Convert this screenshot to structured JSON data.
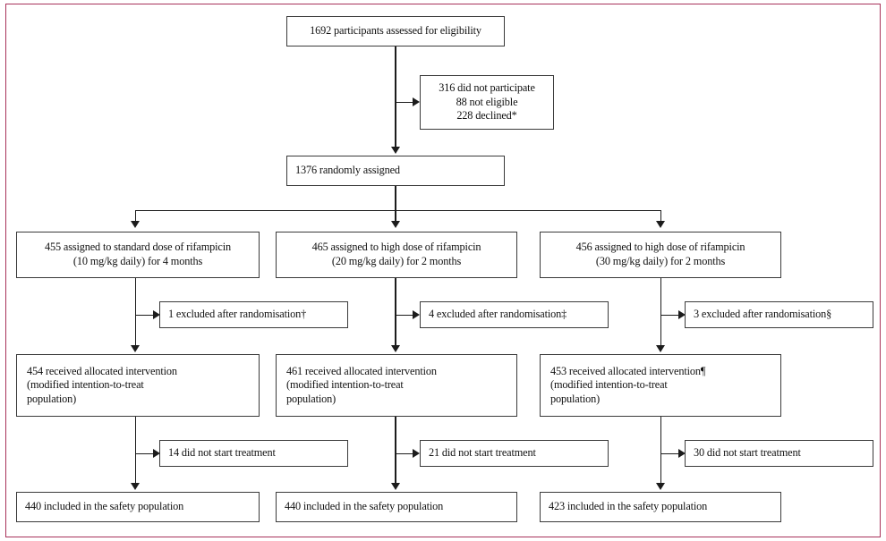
{
  "figure": {
    "type": "consort-flow-diagram",
    "border_color": "#a8325a",
    "line_color": "#1c1c1c",
    "box_border_color": "#3a3a3a",
    "background": "#ffffff"
  },
  "nodes": {
    "eligibility": {
      "label": "1692 participants assessed for eligibility",
      "count": 1692
    },
    "not_participate": {
      "line1": "316 did not participate",
      "line2": "88 not eligible",
      "line3": "228 declined*",
      "count": 316
    },
    "randomised": {
      "label": "1376 randomly assigned",
      "count": 1376
    },
    "arm1_assigned": {
      "line1": "455 assigned to standard dose of rifampicin",
      "line2": "(10 mg/kg daily) for 4 months",
      "count": 455
    },
    "arm2_assigned": {
      "line1": "465 assigned to high dose of rifampicin",
      "line2": "(20 mg/kg daily) for 2 months",
      "count": 465
    },
    "arm3_assigned": {
      "line1": "456 assigned to high dose of rifampicin",
      "line2": "(30 mg/kg daily) for 2 months",
      "count": 456
    },
    "arm1_excluded": {
      "label": "1 excluded after randomisation†",
      "count": 1
    },
    "arm2_excluded": {
      "label": "4 excluded after randomisation‡",
      "count": 4
    },
    "arm3_excluded": {
      "label": "3 excluded after randomisation§",
      "count": 3
    },
    "arm1_received": {
      "line1": "454 received allocated intervention",
      "line2": "(modified intention-to-treat",
      "line3": "population)",
      "count": 454
    },
    "arm2_received": {
      "line1": "461 received allocated intervention",
      "line2": "(modified intention-to-treat",
      "line3": "population)",
      "count": 461
    },
    "arm3_received": {
      "line1": "453 received allocated intervention¶",
      "line2": "(modified intention-to-treat",
      "line3": "population)",
      "count": 453
    },
    "arm1_notstart": {
      "label": "14 did not start treatment",
      "count": 14
    },
    "arm2_notstart": {
      "label": "21 did not start treatment",
      "count": 21
    },
    "arm3_notstart": {
      "label": "30 did not start treatment",
      "count": 30
    },
    "arm1_safety": {
      "label": "440 included in the safety population",
      "count": 440
    },
    "arm2_safety": {
      "label": "440 included in the safety population",
      "count": 440
    },
    "arm3_safety": {
      "label": "423 included in the safety population",
      "count": 423
    }
  }
}
